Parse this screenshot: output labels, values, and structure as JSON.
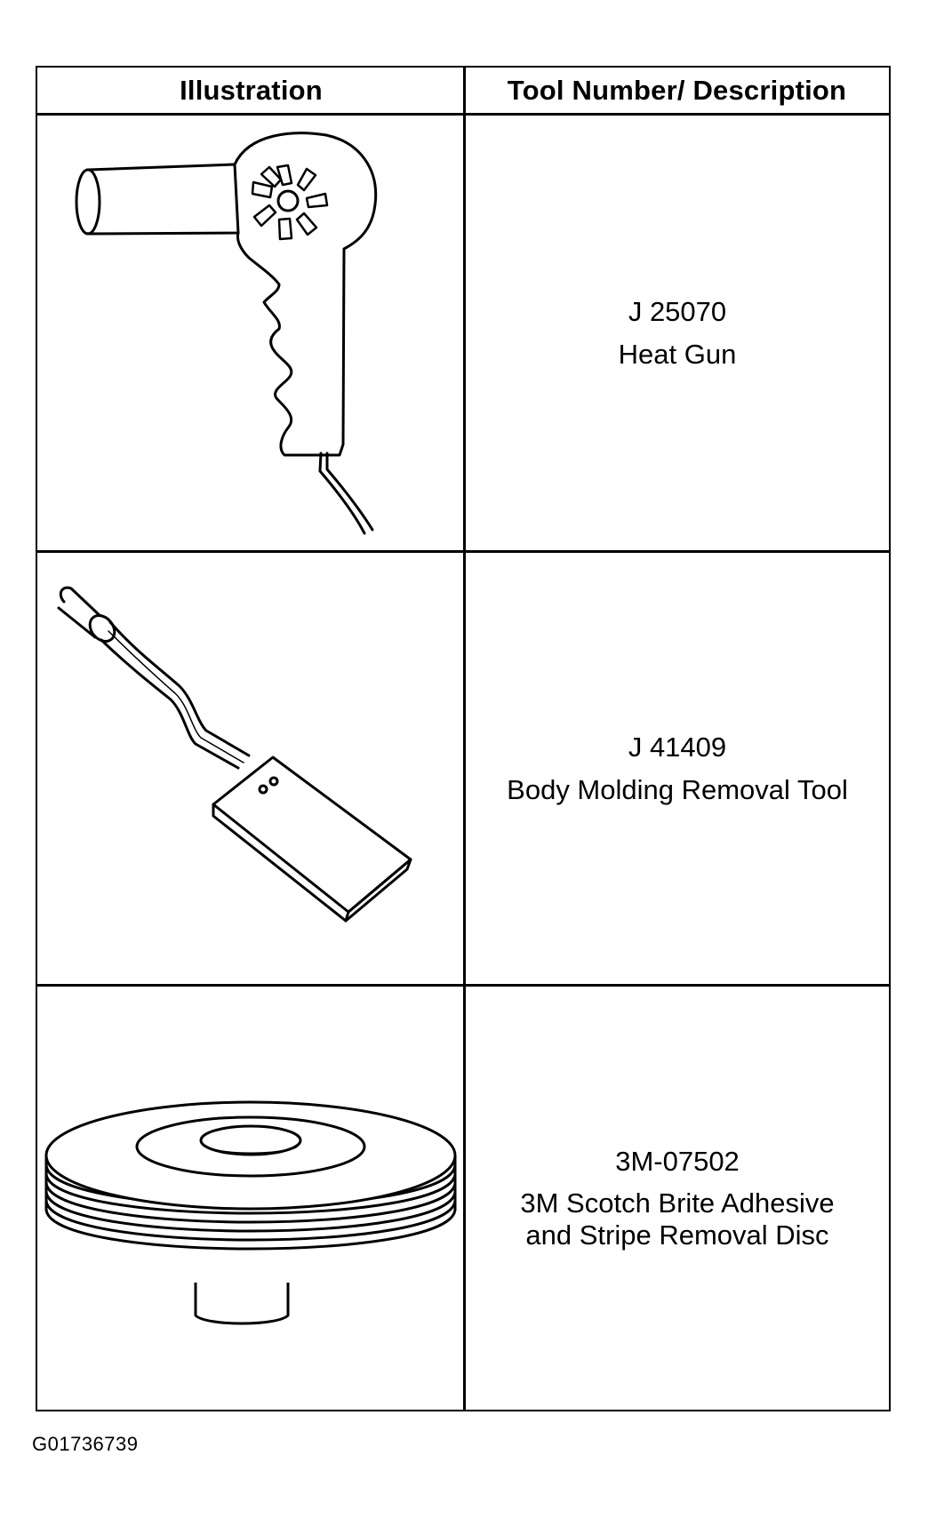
{
  "table": {
    "headers": {
      "illustration": "Illustration",
      "tool": "Tool Number/ Description"
    },
    "rows": [
      {
        "number": "J 25070",
        "description": [
          "Heat Gun"
        ],
        "icon": "heat-gun-icon"
      },
      {
        "number": "J 41409",
        "description": [
          "Body Molding Removal Tool"
        ],
        "icon": "molding-removal-tool-icon"
      },
      {
        "number": "3M-07502",
        "description": [
          "3M Scotch Brite Adhesive",
          "and Stripe Removal Disc"
        ],
        "icon": "removal-disc-icon"
      }
    ]
  },
  "figure_id": "G01736739"
}
